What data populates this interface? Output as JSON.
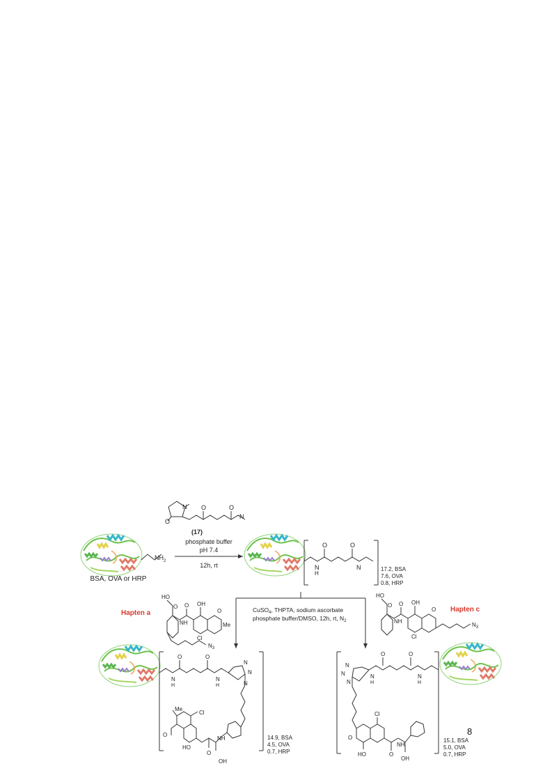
{
  "scheme": {
    "reagent_compound_label": "(17)",
    "step1_conditions": [
      "phosphate buffer",
      "pH 7.4",
      "12h, rt"
    ],
    "protein_label": "BSA, OVA or HRP",
    "amine_label": "NH",
    "amine_subscript": "2",
    "intermediate_loading": [
      "17.2, BSA",
      "7.6, OVA",
      "0.8, HRP"
    ],
    "step2_conditions_line1_a": "CuSO",
    "step2_conditions_line1_sub": "4",
    "step2_conditions_line1_b": ", THPTA, sodium ascorbate",
    "step2_conditions_line2_a": "phosphate buffer/DMSO, 12h, rt, N",
    "step2_conditions_line2_sub": "2",
    "hapten_a_prefix": "Hapten ",
    "hapten_a_letter": "a",
    "hapten_c_prefix": "Hapten ",
    "hapten_c_letter": "c",
    "product_a_loading": [
      "14.9, BSA",
      "4.5, OVA",
      "0.7, HRP"
    ],
    "product_c_loading": [
      "15.1, BSA",
      "5.0, OVA",
      "0.7, HRP"
    ],
    "atom_labels": {
      "N": "N",
      "O": "O",
      "H": "H",
      "HO": "HO",
      "OH": "OH",
      "Cl": "Cl",
      "Me": "Me",
      "NH": "NH",
      "N3": "N",
      "N3_sub": "3"
    }
  },
  "page_number": "8",
  "colors": {
    "hapten_label": "#d83a2e",
    "protein_green": "#6cc24a",
    "protein_cyan": "#38b6c9",
    "protein_salmon": "#e07a68",
    "protein_yellow": "#e3d14a"
  }
}
